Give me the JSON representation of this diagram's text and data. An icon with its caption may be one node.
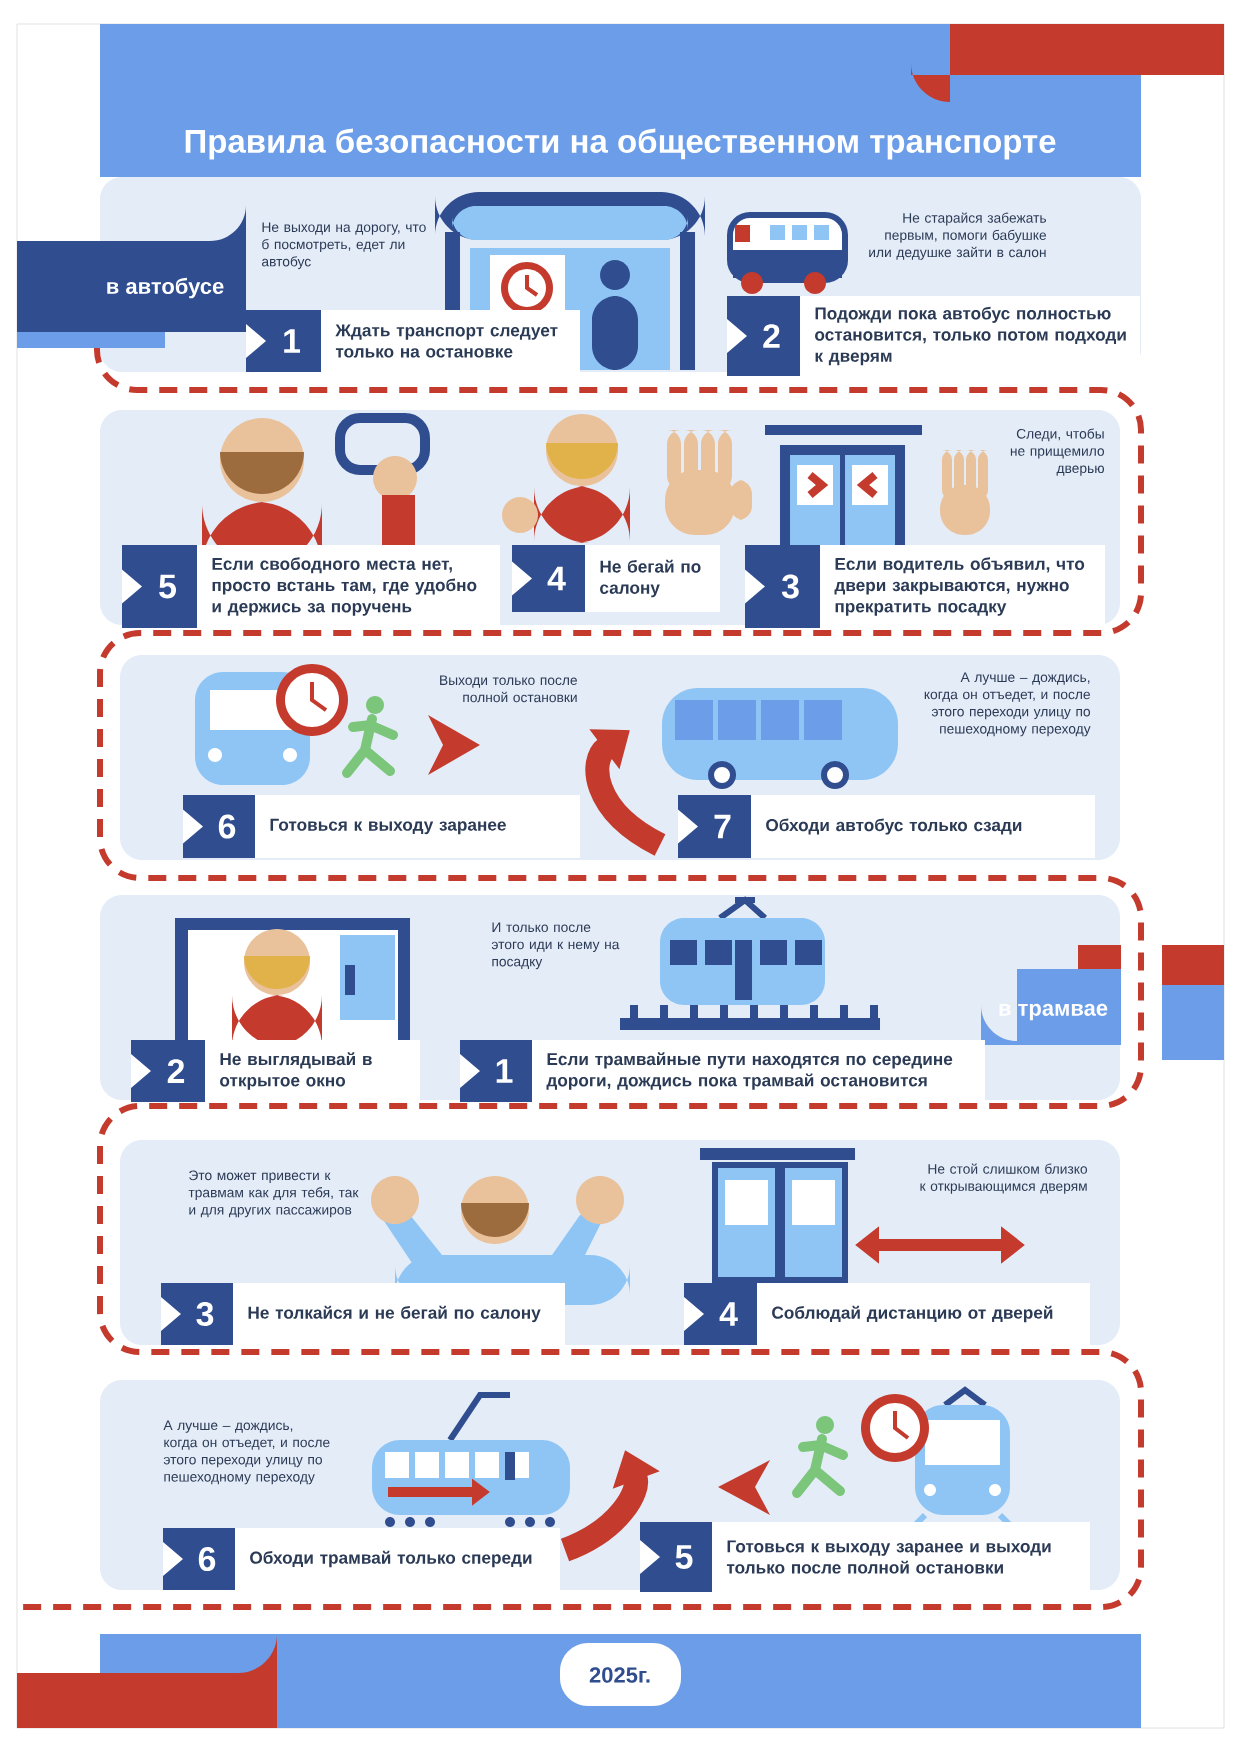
{
  "diagram": {
    "title": "Правила безопасности на общественном транспорте",
    "nodes": [
      {
        "text": [
          "1",
          "Ждать транспорт следует только на остановке"
        ],
        "beside": [
          "Не выходи на дорогу, что б посмотреть, едет ли автобус"
        ]
      },
      {
        "text": [
          "2",
          "Подожди пока автобус полностью остановится, только потом подходи к дверям"
        ],
        "beside": [
          "Не старайся забежать первым, помоги бабушке или дедушке зайти в салон"
        ]
      },
      {
        "text": [
          "5",
          "Если свободного места нет, просто встань там, где удобно и держись за поручень"
        ]
      },
      {
        "text": [
          "4",
          "Не бегай по салону"
        ]
      },
      {
        "text": [
          "3",
          "Если водитель объявил, что двери закрываются, нужно прекратить посадку"
        ]
      },
      {
        "text": [
          "6",
          "Готовься к выходу заранее"
        ]
      },
      {
        "text": [
          "7",
          "Обходи автобус только сзади"
        ]
      },
      {
        "text": [
          "2",
          "Не выглядывай в открытое окно"
        ]
      },
      {
        "text": [
          "1",
          "Если трамвайные пути находятся по середине дороги, дождись пока трамвай остановится"
        ]
      },
      {
        "text": [
          "3",
          "Не толкайся и не бегай по салону"
        ]
      },
      {
        "text": [
          "4",
          "Соблюдай дистанцию от дверей"
        ]
      },
      {
        "text": [
          "6",
          "Обходи трамвай только спереди"
        ],
        "beside": [
          "А лучше – дождись, когда он отъедет, и после этого переходи улицу по пешеходному переходу"
        ]
      },
      {
        "text": [
          "5",
          "Готовься к выходу заранее и выходи только после полной остановки"
        ]
      }
    ],
    "labels": [
      "в автобусе",
      "Следи, чтобы не прищемило дверью",
      "Выходи только после полной остановки",
      "А лучше – дождись, когда он отъедет, и после этого переходи улицу по пешеходному переходу",
      "И только после этого иди к нему на посадку",
      "в трамвае",
      "Это может привести к травмам как для тебя, так и для других пассажиров",
      "Не стой слишком близко к открывающимся дверям",
      "2025г."
    ]
  }
}
